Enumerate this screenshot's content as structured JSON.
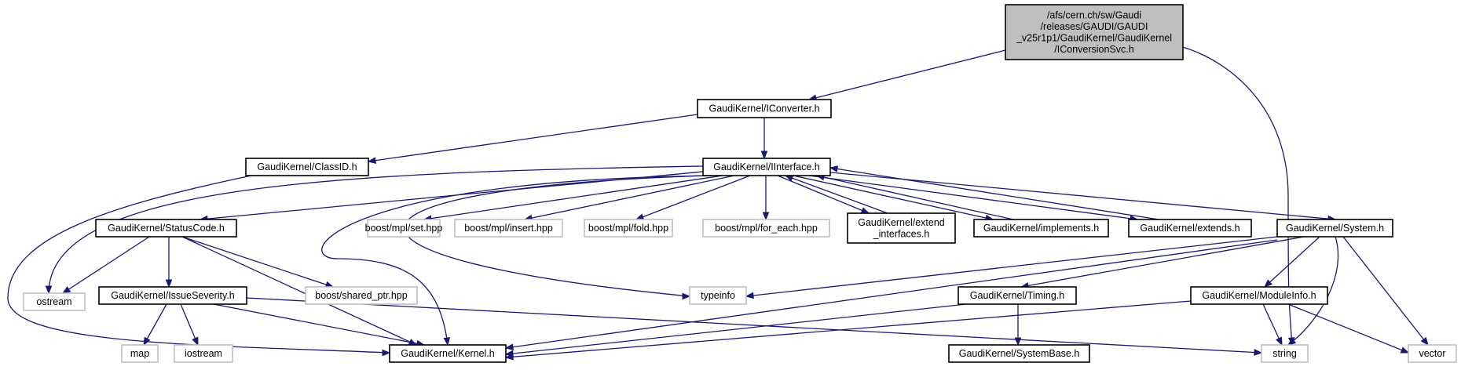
{
  "colors": {
    "edge": "#191970",
    "root_fill": "#bfbfbf",
    "external_border": "#bfbfbf",
    "node_border": "#000000"
  },
  "nodes": [
    {
      "id": "root",
      "lines": [
        "/afs/cern.ch/sw/Gaudi",
        "/releases/GAUDI/GAUDI",
        "_v25r1p1/GaudiKernel/GaudiKernel",
        "/IConversionSvc.h"
      ],
      "kind": "root"
    },
    {
      "id": "iconverter",
      "lines": [
        "GaudiKernel/IConverter.h"
      ],
      "kind": "documented"
    },
    {
      "id": "classid",
      "lines": [
        "GaudiKernel/ClassID.h"
      ],
      "kind": "documented"
    },
    {
      "id": "iinterface",
      "lines": [
        "GaudiKernel/IInterface.h"
      ],
      "kind": "documented"
    },
    {
      "id": "statuscode",
      "lines": [
        "GaudiKernel/StatusCode.h"
      ],
      "kind": "documented"
    },
    {
      "id": "mplset",
      "lines": [
        "boost/mpl/set.hpp"
      ],
      "kind": "external"
    },
    {
      "id": "mplinsert",
      "lines": [
        "boost/mpl/insert.hpp"
      ],
      "kind": "external"
    },
    {
      "id": "mplfold",
      "lines": [
        "boost/mpl/fold.hpp"
      ],
      "kind": "external"
    },
    {
      "id": "mplforeach",
      "lines": [
        "boost/mpl/for_each.hpp"
      ],
      "kind": "external"
    },
    {
      "id": "extendif",
      "lines": [
        "GaudiKernel/extend",
        "_interfaces.h"
      ],
      "kind": "documented"
    },
    {
      "id": "implements",
      "lines": [
        "GaudiKernel/implements.h"
      ],
      "kind": "documented"
    },
    {
      "id": "extends",
      "lines": [
        "GaudiKernel/extends.h"
      ],
      "kind": "documented"
    },
    {
      "id": "system",
      "lines": [
        "GaudiKernel/System.h"
      ],
      "kind": "documented"
    },
    {
      "id": "ostream",
      "lines": [
        "ostream"
      ],
      "kind": "external"
    },
    {
      "id": "issueseverity",
      "lines": [
        "GaudiKernel/IssueSeverity.h"
      ],
      "kind": "documented"
    },
    {
      "id": "sharedptr",
      "lines": [
        "boost/shared_ptr.hpp"
      ],
      "kind": "external"
    },
    {
      "id": "typeinfo",
      "lines": [
        "typeinfo"
      ],
      "kind": "external"
    },
    {
      "id": "timing",
      "lines": [
        "GaudiKernel/Timing.h"
      ],
      "kind": "documented"
    },
    {
      "id": "moduleinfo",
      "lines": [
        "GaudiKernel/ModuleInfo.h"
      ],
      "kind": "documented"
    },
    {
      "id": "map",
      "lines": [
        "map"
      ],
      "kind": "external"
    },
    {
      "id": "iostream",
      "lines": [
        "iostream"
      ],
      "kind": "external"
    },
    {
      "id": "kernel",
      "lines": [
        "GaudiKernel/Kernel.h"
      ],
      "kind": "documented"
    },
    {
      "id": "systembase",
      "lines": [
        "GaudiKernel/SystemBase.h"
      ],
      "kind": "documented"
    },
    {
      "id": "string",
      "lines": [
        "string"
      ],
      "kind": "external"
    },
    {
      "id": "vector",
      "lines": [
        "vector"
      ],
      "kind": "external"
    }
  ],
  "edges": [
    [
      "root",
      "iconverter"
    ],
    [
      "root",
      "string"
    ],
    [
      "iconverter",
      "classid"
    ],
    [
      "iconverter",
      "iinterface"
    ],
    [
      "classid",
      "kernel"
    ],
    [
      "iinterface",
      "ostream"
    ],
    [
      "iinterface",
      "statuscode"
    ],
    [
      "iinterface",
      "mplset"
    ],
    [
      "iinterface",
      "mplinsert"
    ],
    [
      "iinterface",
      "mplfold"
    ],
    [
      "iinterface",
      "mplforeach"
    ],
    [
      "iinterface",
      "extendif"
    ],
    [
      "iinterface",
      "implements"
    ],
    [
      "iinterface",
      "extends"
    ],
    [
      "iinterface",
      "system"
    ],
    [
      "iinterface",
      "typeinfo"
    ],
    [
      "iinterface",
      "kernel"
    ],
    [
      "extendif",
      "iinterface"
    ],
    [
      "implements",
      "iinterface"
    ],
    [
      "extends",
      "iinterface"
    ],
    [
      "statuscode",
      "ostream"
    ],
    [
      "statuscode",
      "issueseverity"
    ],
    [
      "statuscode",
      "sharedptr"
    ],
    [
      "statuscode",
      "kernel"
    ],
    [
      "issueseverity",
      "map"
    ],
    [
      "issueseverity",
      "iostream"
    ],
    [
      "issueseverity",
      "kernel"
    ],
    [
      "issueseverity",
      "string"
    ],
    [
      "system",
      "typeinfo"
    ],
    [
      "system",
      "kernel"
    ],
    [
      "system",
      "timing"
    ],
    [
      "system",
      "moduleinfo"
    ],
    [
      "system",
      "string"
    ],
    [
      "system",
      "vector"
    ],
    [
      "timing",
      "kernel"
    ],
    [
      "timing",
      "systembase"
    ],
    [
      "moduleinfo",
      "kernel"
    ],
    [
      "moduleinfo",
      "string"
    ],
    [
      "moduleinfo",
      "vector"
    ]
  ]
}
